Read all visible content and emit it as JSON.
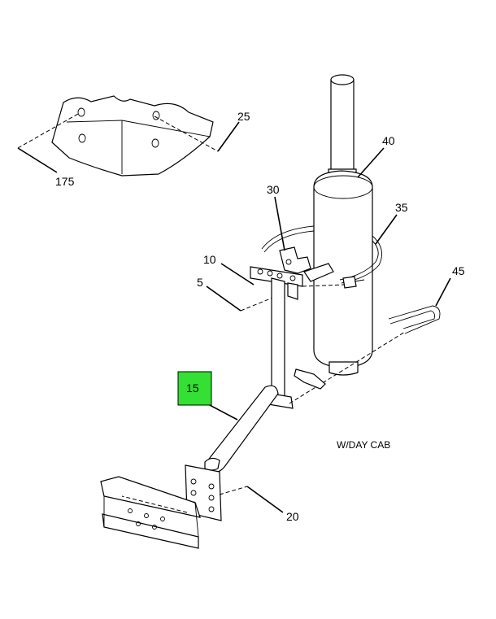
{
  "diagram": {
    "callouts": {
      "c175": "175",
      "c25": "25",
      "c40": "40",
      "c30": "30",
      "c35": "35",
      "c10": "10",
      "c5": "5",
      "c45": "45",
      "c15": "15",
      "c20": "20"
    },
    "highlight_color": "#33e033",
    "caption": "W/DAY CAB"
  }
}
